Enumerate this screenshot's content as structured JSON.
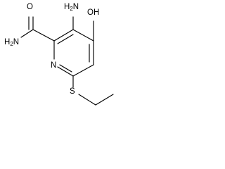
{
  "structure": {
    "labels": {
      "amine": {
        "main": "H",
        "sub": "2",
        "tail": "N"
      },
      "hydroxyl": "OH",
      "carbonyl_oxygen": "O",
      "amide": {
        "main": "H",
        "sub": "2",
        "tail": "N"
      },
      "ring_nitrogen": "N",
      "sulfur": "S"
    },
    "colors": {
      "bond": "#000000",
      "text": "#000000",
      "background": "#ffffff"
    }
  }
}
